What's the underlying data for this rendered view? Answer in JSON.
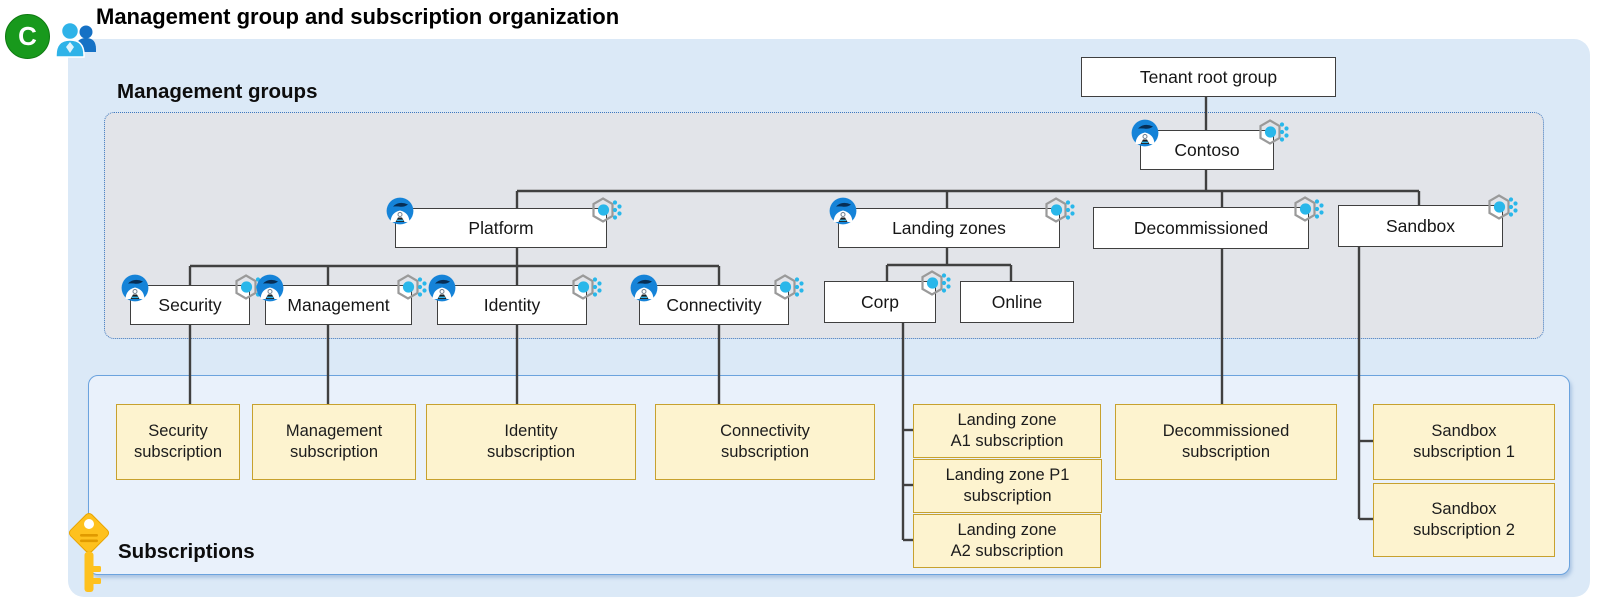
{
  "header": {
    "badge_letter": "C",
    "title": "Management group and subscription organization"
  },
  "sections": {
    "management_groups_label": "Management groups",
    "subscriptions_label": "Subscriptions"
  },
  "colors": {
    "outer_fill": "#dbe9f7",
    "mg_area_fill": "#e2e4e9",
    "mg_area_border": "#3b78c2",
    "subs_area_fill": "#e9f1fb",
    "subs_area_border": "#6ba3de",
    "subscription_fill": "#fdf3cf",
    "subscription_border": "#c7a12e",
    "node_border": "#3f3f3f",
    "connector": "#404040",
    "badge_green": "#18991c",
    "policy_cyan": "#29b7ea",
    "mg_icon_blue": "#1583d8",
    "key_gold": "#fec11e"
  },
  "management_groups": [
    {
      "id": "tenant-root",
      "label": "Tenant root group",
      "mg_icon": false,
      "policy_icon": false
    },
    {
      "id": "contoso",
      "label": "Contoso",
      "mg_icon": true,
      "policy_icon": true
    },
    {
      "id": "platform",
      "label": "Platform",
      "mg_icon": true,
      "policy_icon": true
    },
    {
      "id": "landing-zones",
      "label": "Landing zones",
      "mg_icon": true,
      "policy_icon": true
    },
    {
      "id": "decommissioned",
      "label": "Decommissioned",
      "mg_icon": false,
      "policy_icon": true
    },
    {
      "id": "sandbox",
      "label": "Sandbox",
      "mg_icon": false,
      "policy_icon": true
    },
    {
      "id": "security",
      "label": "Security",
      "mg_icon": true,
      "policy_icon": true
    },
    {
      "id": "management",
      "label": "Management",
      "mg_icon": true,
      "policy_icon": true
    },
    {
      "id": "identity",
      "label": "Identity",
      "mg_icon": true,
      "policy_icon": true
    },
    {
      "id": "connectivity",
      "label": "Connectivity",
      "mg_icon": true,
      "policy_icon": true
    },
    {
      "id": "corp",
      "label": "Corp",
      "mg_icon": false,
      "policy_icon": true
    },
    {
      "id": "online",
      "label": "Online",
      "mg_icon": false,
      "policy_icon": false
    }
  ],
  "subscriptions": [
    {
      "id": "security-sub",
      "label": "Security\nsubscription"
    },
    {
      "id": "management-sub",
      "label": "Management\nsubscription"
    },
    {
      "id": "identity-sub",
      "label": "Identity\nsubscription"
    },
    {
      "id": "connectivity-sub",
      "label": "Connectivity\nsubscription"
    },
    {
      "id": "lz-a1-sub",
      "label": "Landing zone\nA1 subscription"
    },
    {
      "id": "lz-p1-sub",
      "label": "Landing zone P1\nsubscription"
    },
    {
      "id": "lz-a2-sub",
      "label": "Landing zone\nA2 subscription"
    },
    {
      "id": "decommissioned-sub",
      "label": "Decommissioned\nsubscription"
    },
    {
      "id": "sandbox-sub-1",
      "label": "Sandbox\nsubscription 1"
    },
    {
      "id": "sandbox-sub-2",
      "label": "Sandbox\nsubscription 2"
    }
  ]
}
